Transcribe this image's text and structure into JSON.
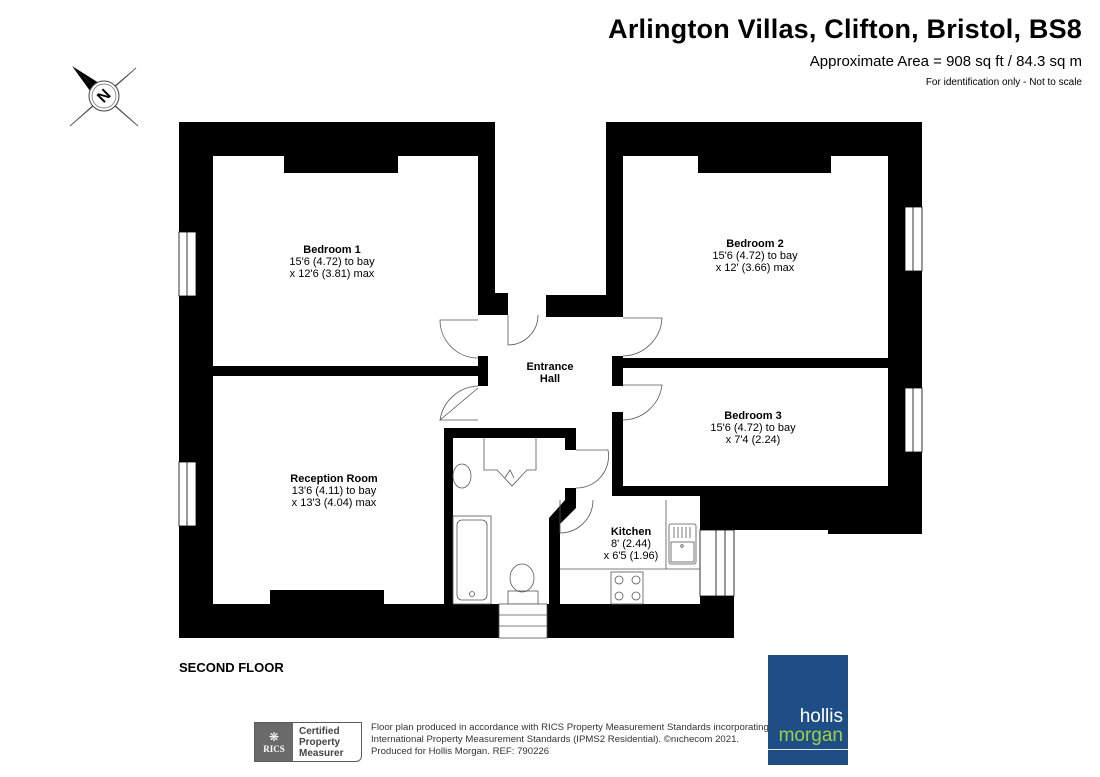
{
  "header": {
    "title": "Arlington Villas, Clifton, Bristol, BS8",
    "area": "Approximate Area = 908 sq ft / 84.3 sq m",
    "disclaimer": "For identification only - Not to scale"
  },
  "compass": {
    "icon": "compass-rose-icon",
    "letter": "N"
  },
  "rooms": [
    {
      "name": "Bedroom 1",
      "dim1": "15'6 (4.72) to bay",
      "dim2": "x 12'6 (3.81) max"
    },
    {
      "name": "Bedroom 2",
      "dim1": "15'6 (4.72) to bay",
      "dim2": "x 12' (3.66) max"
    },
    {
      "name": "Entrance",
      "dim1": "Hall",
      "dim2": ""
    },
    {
      "name": "Bedroom 3",
      "dim1": "15'6 (4.72) to bay",
      "dim2": "x 7'4 (2.24)"
    },
    {
      "name": "Reception Room",
      "dim1": "13'6 (4.11) to bay",
      "dim2": "x 13'3 (4.04) max"
    },
    {
      "name": "Kitchen",
      "dim1": "8' (2.44)",
      "dim2": "x 6'5 (1.96)"
    }
  ],
  "floor_label": "SECOND FLOOR",
  "rics": {
    "badge_text": "RICS",
    "line1": "Certified",
    "line2": "Property",
    "line3": "Measurer"
  },
  "footnote": {
    "line1": "Floor plan produced in accordance with RICS Property Measurement Standards incorporating",
    "line2": "International Property Measurement Standards (IPMS2 Residential).   ©nıchecom 2021.",
    "line3": "Produced for Hollis Morgan.   REF:  790226"
  },
  "logo": {
    "line1": "hollis",
    "line2": "morgan",
    "bg_color": "#1f4e86",
    "accent_color": "#9bd14a"
  }
}
